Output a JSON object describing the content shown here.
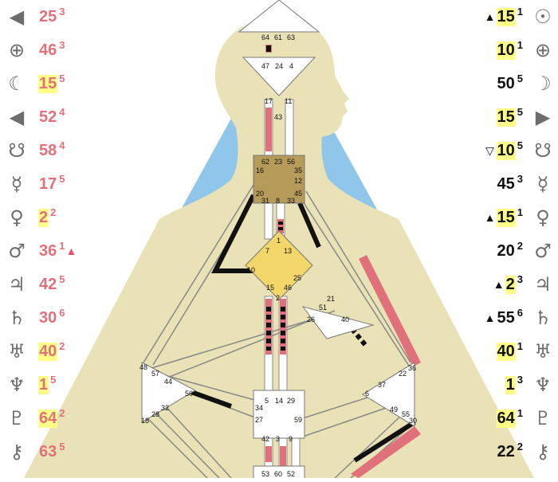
{
  "colors": {
    "personality": "#e0707a",
    "design": "#111111",
    "highlight": "#ffff88",
    "body": "#e9e2b7",
    "sky": "#8fc6ea",
    "center_g": "#f3d66a",
    "center_ajna": "#b59a5a"
  },
  "left": [
    {
      "icon": "sun-icon",
      "glyph": "◀",
      "gate": "25",
      "line": "3",
      "highlight": false
    },
    {
      "icon": "earth-icon",
      "glyph": "⊕",
      "gate": "46",
      "line": "3",
      "highlight": false
    },
    {
      "icon": "moon-icon",
      "glyph": "☾",
      "gate": "15",
      "line": "5",
      "highlight": true
    },
    {
      "icon": "north-node-icon",
      "glyph": "◀",
      "gate": "52",
      "line": "4",
      "highlight": false
    },
    {
      "icon": "south-node-icon",
      "glyph": "☋",
      "gate": "58",
      "line": "4",
      "highlight": false
    },
    {
      "icon": "mercury-icon",
      "glyph": "☿",
      "gate": "17",
      "line": "5",
      "highlight": false
    },
    {
      "icon": "venus-icon",
      "glyph": "♀",
      "gate": "2",
      "line": "2",
      "highlight": true
    },
    {
      "icon": "mars-icon",
      "glyph": "♂",
      "gate": "36",
      "line": "1",
      "highlight": false,
      "arrow": "▲"
    },
    {
      "icon": "jupiter-icon",
      "glyph": "♃",
      "gate": "42",
      "line": "5",
      "highlight": false
    },
    {
      "icon": "saturn-icon",
      "glyph": "♄",
      "gate": "30",
      "line": "6",
      "highlight": false
    },
    {
      "icon": "uranus-icon",
      "glyph": "♅",
      "gate": "40",
      "line": "2",
      "highlight": true
    },
    {
      "icon": "neptune-icon",
      "glyph": "♆",
      "gate": "1",
      "line": "5",
      "highlight": true
    },
    {
      "icon": "pluto-icon",
      "glyph": "♇",
      "gate": "64",
      "line": "2",
      "highlight": true
    },
    {
      "icon": "chiron-icon",
      "glyph": "⚷",
      "gate": "63",
      "line": "5",
      "highlight": false
    }
  ],
  "right": [
    {
      "icon": "sun-icon",
      "glyph": "☉",
      "gate": "15",
      "line": "1",
      "highlight": true,
      "arrow": "▲"
    },
    {
      "icon": "earth-icon",
      "glyph": "⊕",
      "gate": "10",
      "line": "1",
      "highlight": true
    },
    {
      "icon": "moon-icon",
      "glyph": "☽",
      "gate": "50",
      "line": "5",
      "highlight": false
    },
    {
      "icon": "north-node-icon",
      "glyph": "▶",
      "gate": "15",
      "line": "5",
      "highlight": true
    },
    {
      "icon": "south-node-icon",
      "glyph": "☋",
      "gate": "10",
      "line": "5",
      "highlight": true,
      "arrow": "▽"
    },
    {
      "icon": "mercury-icon",
      "glyph": "☿",
      "gate": "45",
      "line": "3",
      "highlight": false
    },
    {
      "icon": "venus-icon",
      "glyph": "♀",
      "gate": "15",
      "line": "1",
      "highlight": true,
      "arrow": "▲"
    },
    {
      "icon": "mars-icon",
      "glyph": "♂",
      "gate": "20",
      "line": "2",
      "highlight": false
    },
    {
      "icon": "jupiter-icon",
      "glyph": "♃",
      "gate": "2",
      "line": "3",
      "highlight": true,
      "arrow": "▲"
    },
    {
      "icon": "saturn-icon",
      "glyph": "♄",
      "gate": "55",
      "line": "6",
      "highlight": false,
      "arrow": "▲"
    },
    {
      "icon": "uranus-icon",
      "glyph": "♅",
      "gate": "40",
      "line": "1",
      "highlight": true
    },
    {
      "icon": "neptune-icon",
      "glyph": "♆",
      "gate": "1",
      "line": "3",
      "highlight": true
    },
    {
      "icon": "pluto-icon",
      "glyph": "♇",
      "gate": "64",
      "line": "1",
      "highlight": true
    },
    {
      "icon": "chiron-icon",
      "glyph": "⚷",
      "gate": "22",
      "line": "2",
      "highlight": false
    }
  ],
  "bodygraph": {
    "head_gates": [
      "64",
      "61",
      "63"
    ],
    "ajna_top_gates": [
      "47",
      "24",
      "4"
    ],
    "ajna_lower_gates": [
      "17",
      "43",
      "11"
    ],
    "throat_gates": [
      "62",
      "23",
      "56",
      "16",
      "35",
      "12",
      "20",
      "45",
      "31",
      "8",
      "33"
    ],
    "g_gates": [
      "1",
      "7",
      "13",
      "10",
      "25",
      "15",
      "2",
      "46"
    ],
    "ego_gates": [
      "21",
      "51",
      "26",
      "40"
    ],
    "spleen_gates": [
      "48",
      "57",
      "44",
      "50",
      "32",
      "28",
      "18"
    ],
    "sp_gates": [
      "36",
      "22",
      "37",
      "6",
      "49",
      "55",
      "30"
    ],
    "sacral_gates": [
      "5",
      "14",
      "29",
      "34",
      "27",
      "59",
      "42",
      "3",
      "9"
    ],
    "root_gates": [
      "53",
      "60",
      "52"
    ]
  }
}
